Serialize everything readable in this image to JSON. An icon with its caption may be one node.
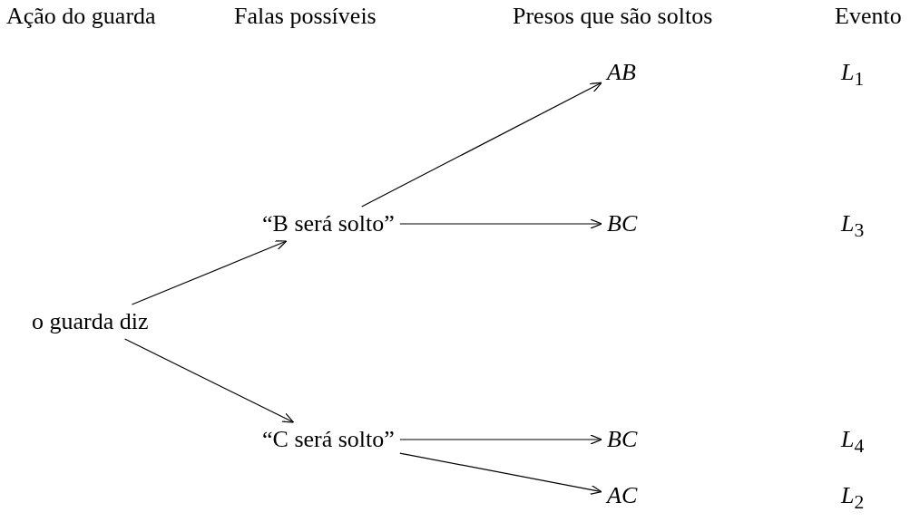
{
  "diagram": {
    "nodes": [
      {
        "text": [
          "o guarda diz"
        ]
      },
      {
        "text": [
          "“B será solto”"
        ]
      },
      {
        "text": [
          "“C será solto”"
        ]
      },
      {
        "text": [
          "AB"
        ]
      },
      {
        "text": [
          "BC"
        ]
      },
      {
        "text": [
          "BC"
        ]
      },
      {
        "text": [
          "AC"
        ]
      }
    ],
    "edges": [
      {
        "from": 0,
        "to": 1,
        "arrow": "to"
      },
      {
        "from": 0,
        "to": 2,
        "arrow": "to"
      },
      {
        "from": 1,
        "to": 3,
        "arrow": "to"
      },
      {
        "from": 1,
        "to": 4,
        "arrow": "to"
      },
      {
        "from": 2,
        "to": 5,
        "arrow": "to"
      },
      {
        "from": 2,
        "to": 6,
        "arrow": "to"
      }
    ],
    "labels": [
      "Ação do guarda",
      "Falas possíveis",
      "Presos que são soltos",
      "Evento",
      "L$_{1}$",
      "L$_{3}$",
      "L$_{4}$",
      "L$_{2}$"
    ]
  }
}
